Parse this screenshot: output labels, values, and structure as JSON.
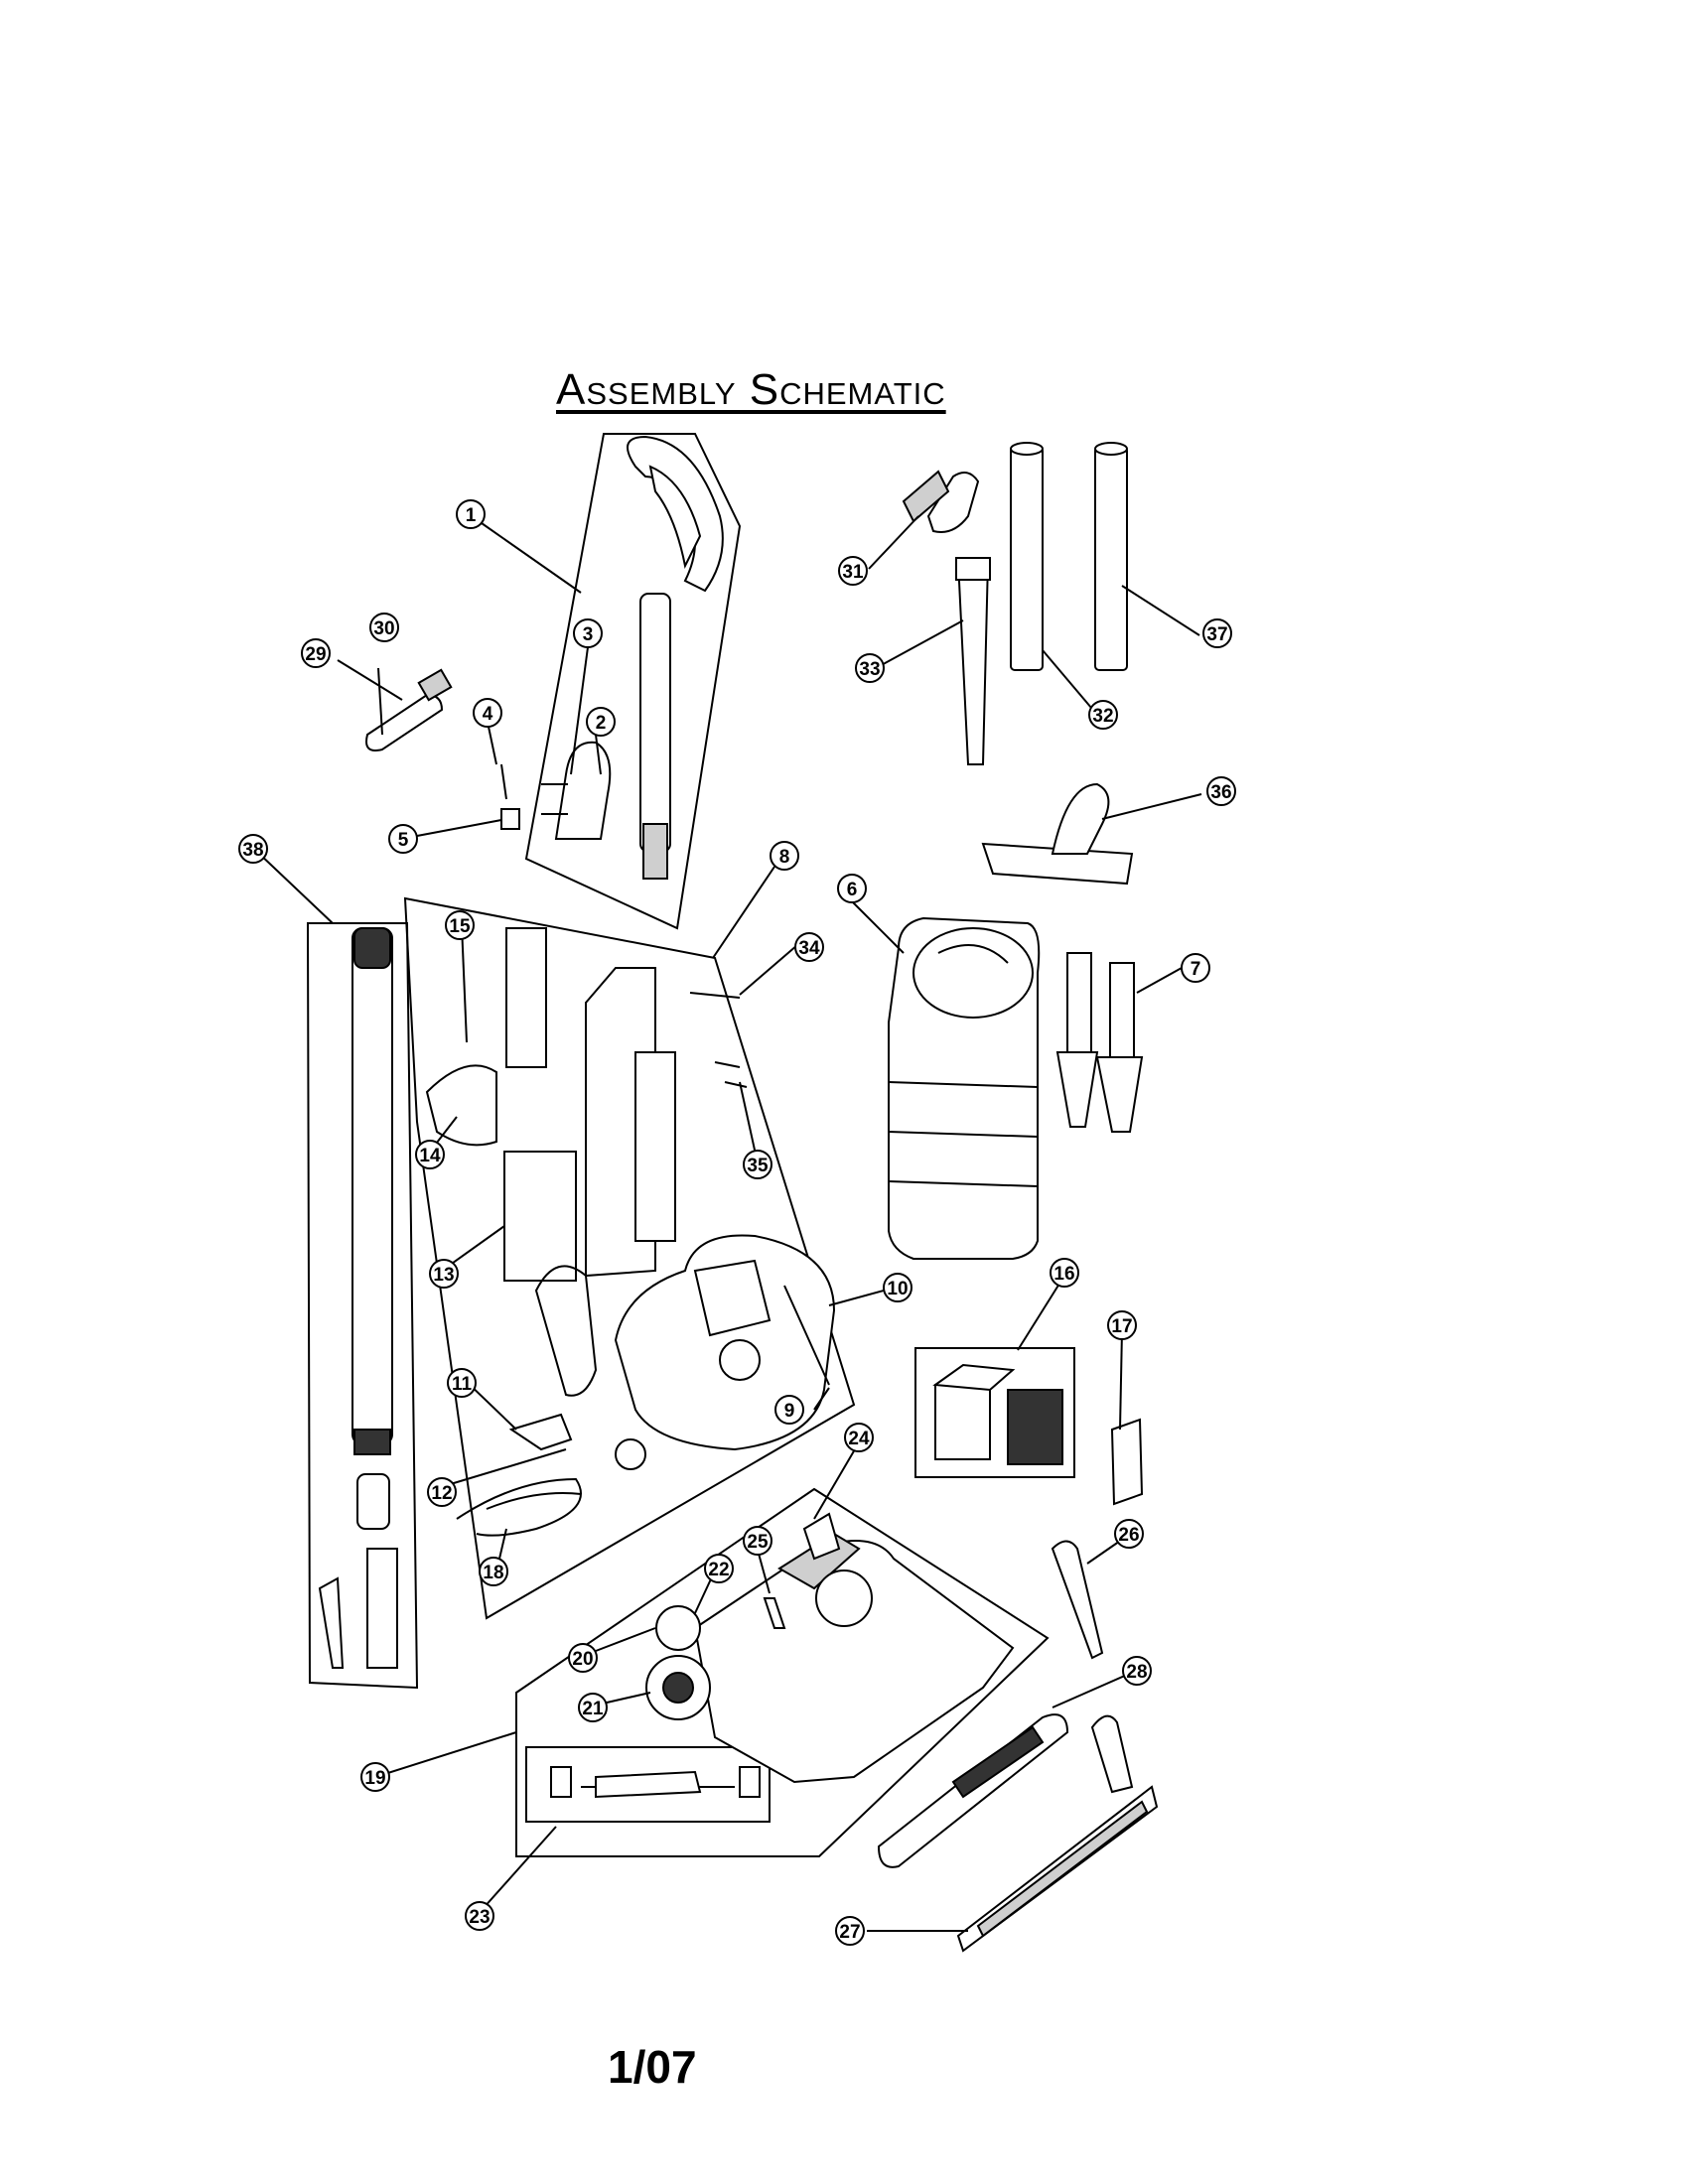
{
  "title": "Assembly Schematic",
  "footer": "1/07",
  "callouts": [
    "1",
    "2",
    "3",
    "4",
    "5",
    "6",
    "7",
    "8",
    "9",
    "10",
    "11",
    "12",
    "13",
    "14",
    "15",
    "16",
    "17",
    "18",
    "19",
    "20",
    "21",
    "22",
    "23",
    "24",
    "25",
    "26",
    "27",
    "28",
    "29",
    "30",
    "31",
    "32",
    "33",
    "34",
    "35",
    "36",
    "37",
    "38"
  ]
}
